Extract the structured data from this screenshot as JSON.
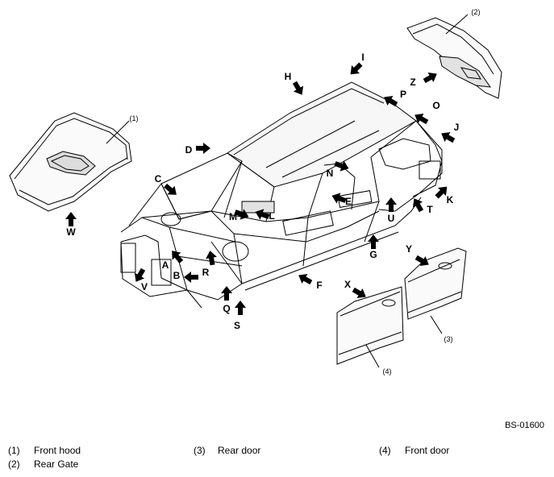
{
  "figure_id": "BS-01600",
  "point_labels": [
    "A",
    "B",
    "C",
    "D",
    "E",
    "F",
    "G",
    "H",
    "I",
    "J",
    "K",
    "L",
    "M",
    "N",
    "O",
    "P",
    "Q",
    "R",
    "S",
    "T",
    "U",
    "V",
    "W",
    "X",
    "Y",
    "Z"
  ],
  "callouts": [
    "(1)",
    "(2)",
    "(3)",
    "(4)"
  ],
  "legend": [
    {
      "num": "(1)",
      "text": "Front hood"
    },
    {
      "num": "(2)",
      "text": "Rear Gate"
    },
    {
      "num": "(3)",
      "text": "Rear door"
    },
    {
      "num": "(4)",
      "text": "Front door"
    }
  ]
}
